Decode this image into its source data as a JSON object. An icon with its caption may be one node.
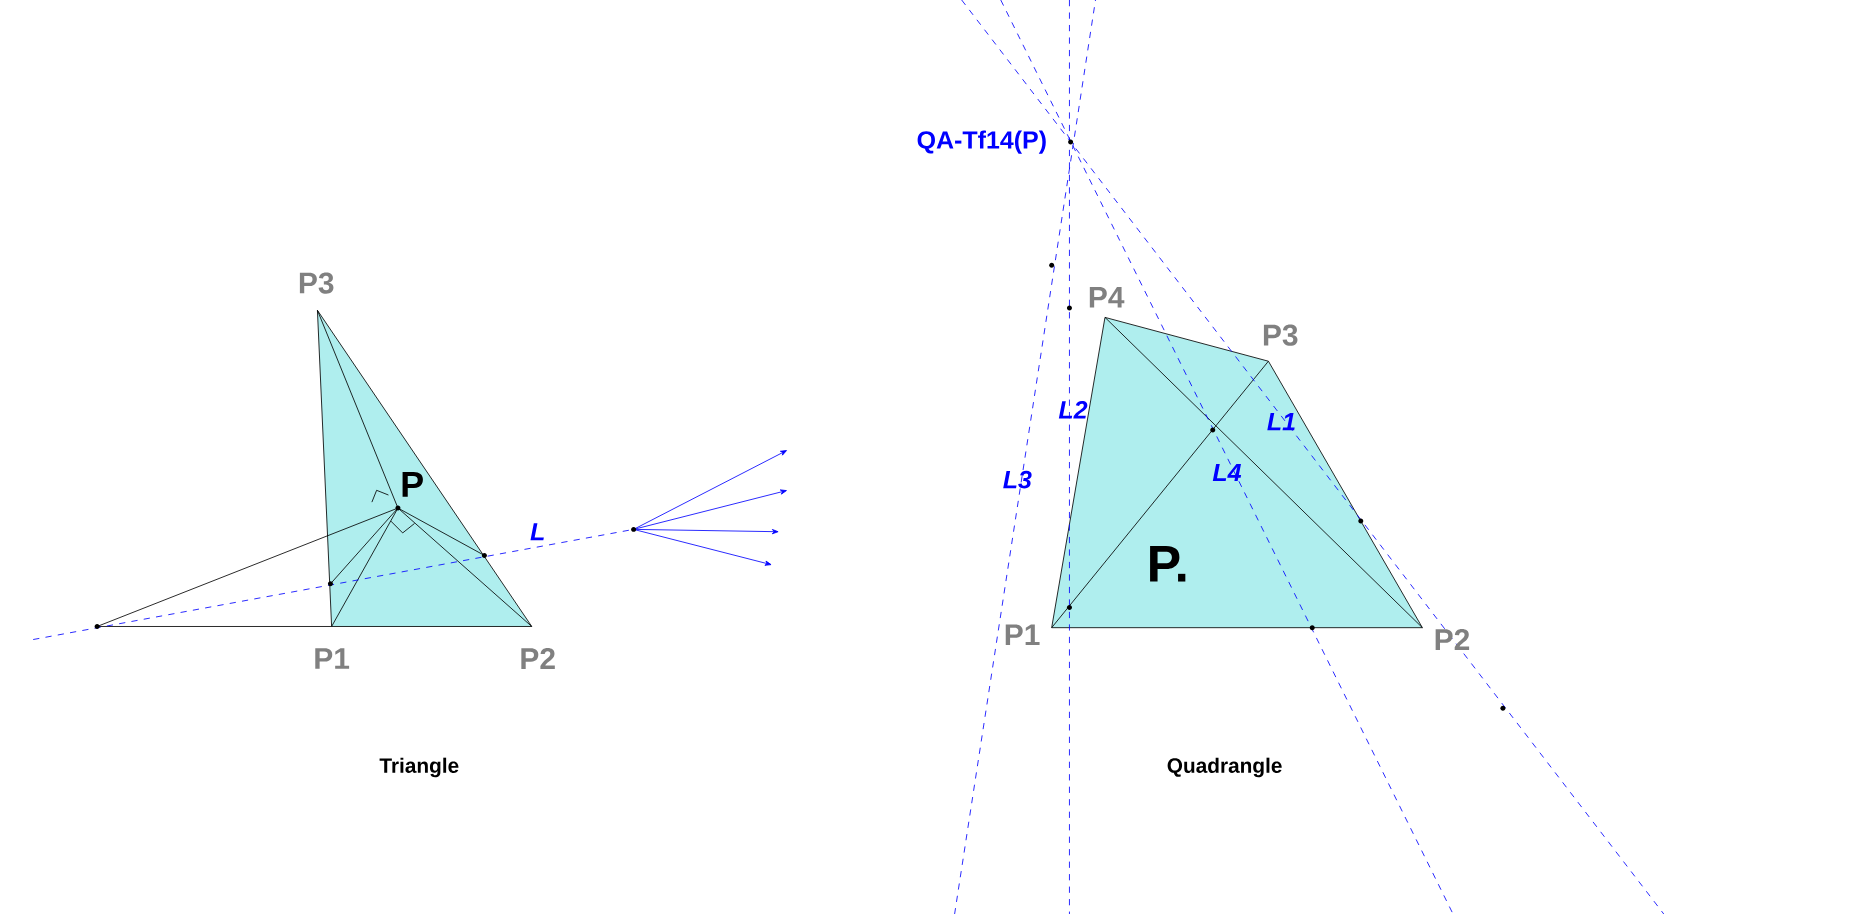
{
  "diagram": {
    "labels": [
      "P3",
      "P",
      "L",
      "P1",
      "P2",
      "Triangle",
      "QA-Tf14(P)",
      "P4",
      "P3",
      "L2",
      "L1",
      "L3",
      "L4",
      "P.",
      "P1",
      "P2",
      "Quadrangle"
    ]
  }
}
